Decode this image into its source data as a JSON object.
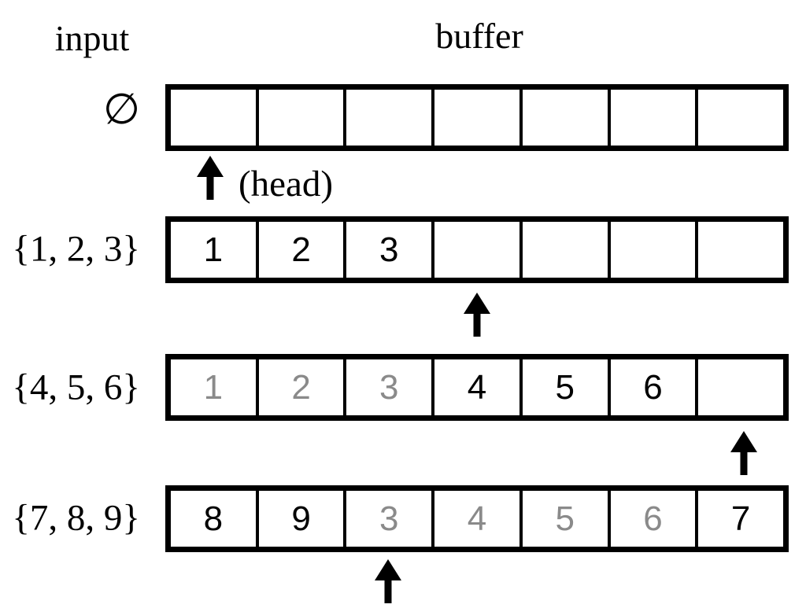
{
  "colors": {
    "ink": "#000000",
    "stale_value": "#8a8a8a",
    "background": "#ffffff"
  },
  "headers": {
    "input": "input",
    "buffer": "buffer"
  },
  "head_pointer_label": "(head)",
  "buffer_cell_count": 7,
  "rows": [
    {
      "input": "∅",
      "pointer_index": 0,
      "cells": [
        {
          "value": "",
          "stale": false
        },
        {
          "value": "",
          "stale": false
        },
        {
          "value": "",
          "stale": false
        },
        {
          "value": "",
          "stale": false
        },
        {
          "value": "",
          "stale": false
        },
        {
          "value": "",
          "stale": false
        },
        {
          "value": "",
          "stale": false
        }
      ]
    },
    {
      "input": "{1, 2, 3}",
      "pointer_index": 3,
      "cells": [
        {
          "value": "1",
          "stale": false
        },
        {
          "value": "2",
          "stale": false
        },
        {
          "value": "3",
          "stale": false
        },
        {
          "value": "",
          "stale": false
        },
        {
          "value": "",
          "stale": false
        },
        {
          "value": "",
          "stale": false
        },
        {
          "value": "",
          "stale": false
        }
      ]
    },
    {
      "input": "{4, 5, 6}",
      "pointer_index": 6,
      "cells": [
        {
          "value": "1",
          "stale": true
        },
        {
          "value": "2",
          "stale": true
        },
        {
          "value": "3",
          "stale": true
        },
        {
          "value": "4",
          "stale": false
        },
        {
          "value": "5",
          "stale": false
        },
        {
          "value": "6",
          "stale": false
        },
        {
          "value": "",
          "stale": false
        }
      ]
    },
    {
      "input": "{7, 8, 9}",
      "pointer_index": 2,
      "cells": [
        {
          "value": "8",
          "stale": false
        },
        {
          "value": "9",
          "stale": false
        },
        {
          "value": "3",
          "stale": true
        },
        {
          "value": "4",
          "stale": true
        },
        {
          "value": "5",
          "stale": true
        },
        {
          "value": "6",
          "stale": true
        },
        {
          "value": "7",
          "stale": false
        }
      ]
    }
  ]
}
